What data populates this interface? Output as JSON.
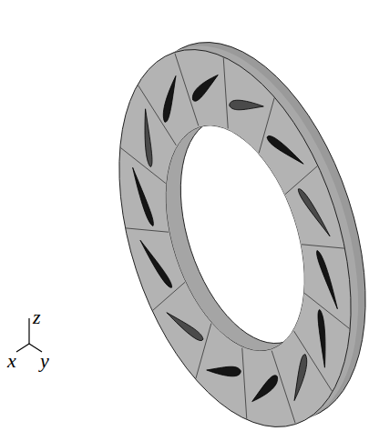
{
  "diagram": {
    "labels": [
      "z",
      "x",
      "y"
    ]
  }
}
